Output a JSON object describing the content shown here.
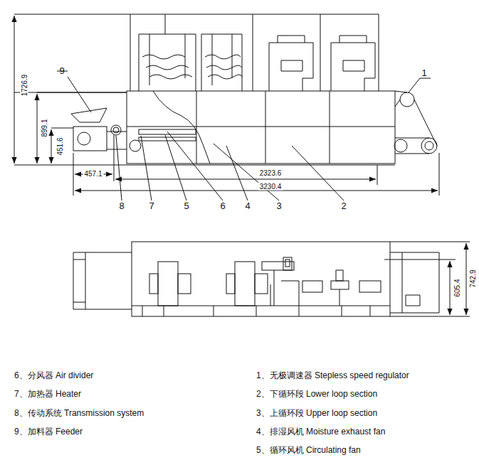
{
  "diagram": {
    "labels": [
      "9",
      "1",
      "1726.9",
      "899.1",
      "451.6",
      "457.1",
      "2323.6",
      "3230.4",
      "8",
      "7",
      "5",
      "6",
      "4",
      "3",
      "2",
      "742.9",
      "605.4",
      "1、无极调速器 Stepless speed regulator",
      "2、下循环段 Lower loop section",
      "3、上循环段 Upper loop section",
      "4、排湿风机 Moisture exhaust fan",
      "5、循环风机 Circulating fan",
      "6、分风器 Air divider",
      "7、加热器 Heater",
      "8、传动系统 Transmission system",
      "9、加料器 Feeder"
    ]
  }
}
